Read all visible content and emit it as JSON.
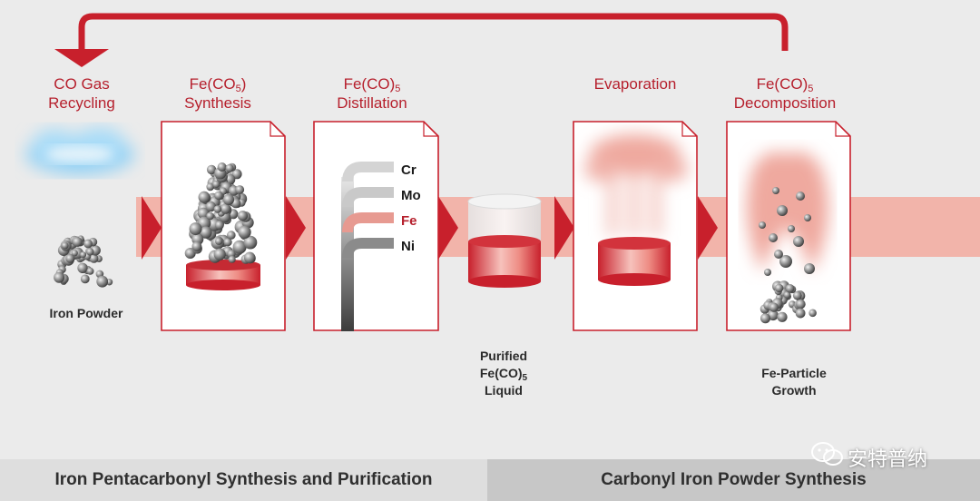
{
  "steps": {
    "co_gas": {
      "line1": "CO Gas",
      "line2": "Recycling"
    },
    "synthesis": {
      "line1": "Fe(CO",
      "sub": "5",
      "line1_end": ")",
      "line2": "Synthesis"
    },
    "distillation": {
      "line1": "Fe(CO)",
      "sub": "5",
      "line2": "Distillation"
    },
    "evaporation": {
      "line1": "Evaporation"
    },
    "decomposition": {
      "line1": "Fe(CO)",
      "sub": "5",
      "line2": "Decomposition"
    }
  },
  "captions": {
    "iron_powder": "Iron Powder",
    "purified": {
      "line1": "Purified",
      "line2": "Fe(CO)",
      "sub": "5",
      "line3": "Liquid"
    },
    "fe_particle": {
      "line1": "Fe-Particle",
      "line2": "Growth"
    }
  },
  "metals": [
    "Cr",
    "Mo",
    "Fe",
    "Ni"
  ],
  "footer": {
    "left": "Iron Pentacarbonyl Synthesis and Purification",
    "right": "Carbonyl Iron Powder Synthesis"
  },
  "watermark": "安特普纳",
  "colors": {
    "brand_red": "#b6202d",
    "band_pink": "#f2b4aa"
  }
}
